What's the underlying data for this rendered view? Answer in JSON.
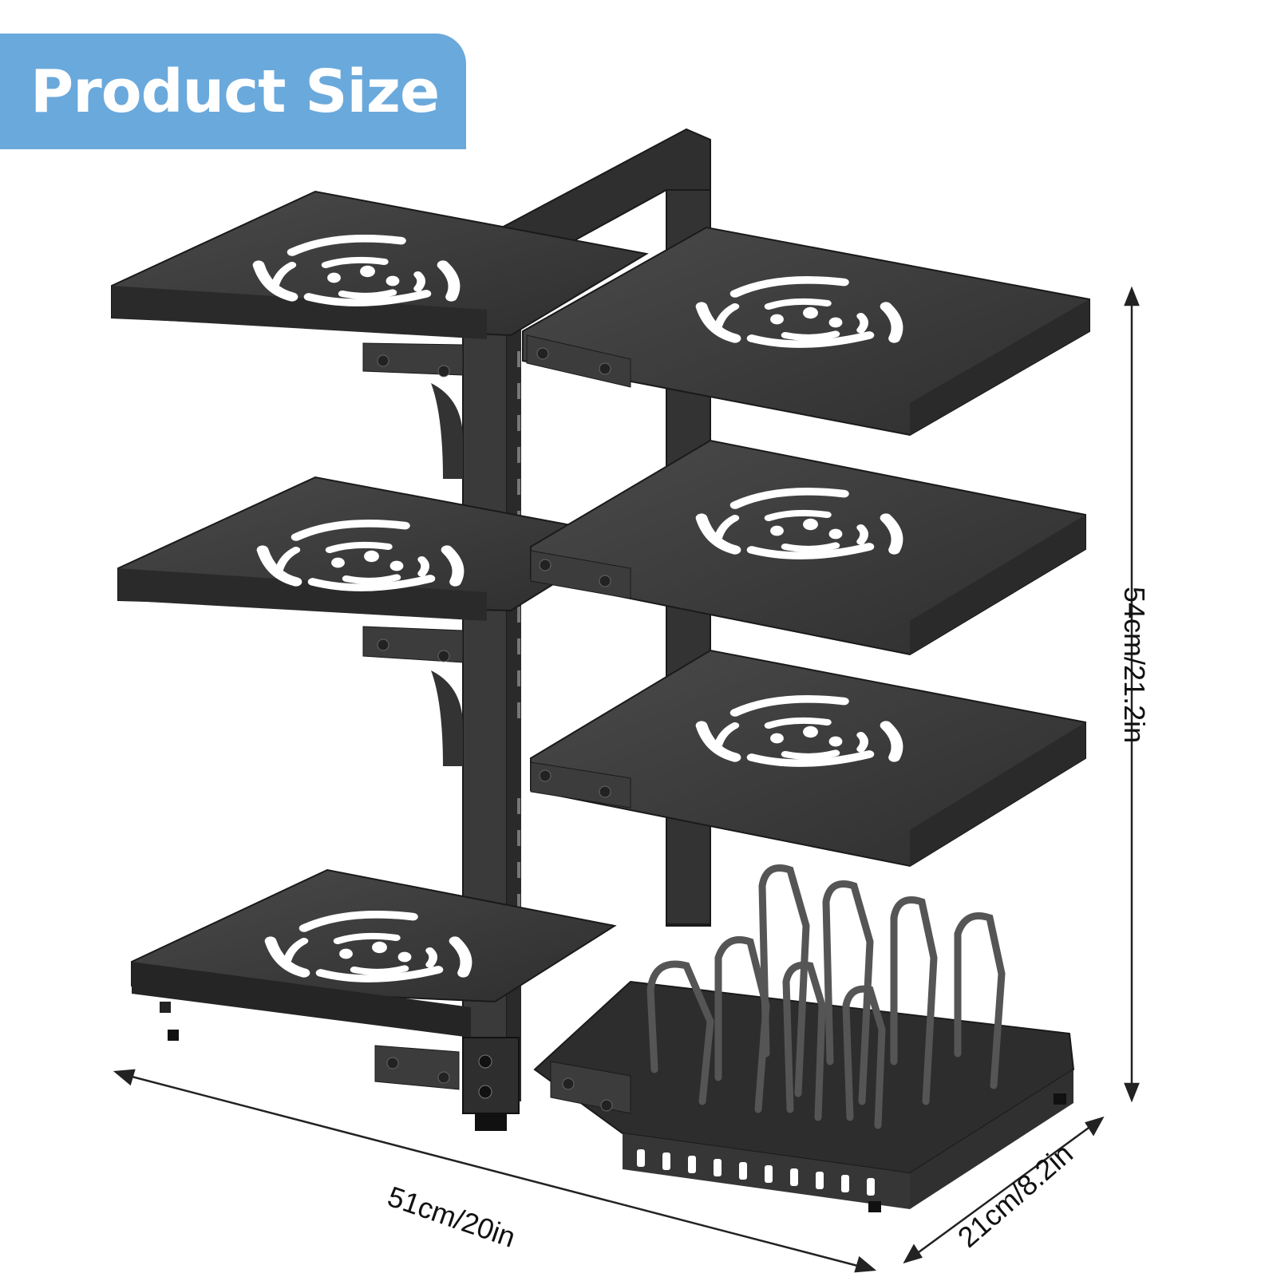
{
  "header": {
    "title": "Product Size"
  },
  "colors": {
    "badge": "#6aa9dc",
    "metal": "#3a3a3a",
    "metal_light": "#505050",
    "metal_dark": "#1e1e1e",
    "arrow": "#222222"
  },
  "dimensions": {
    "width": "51cm/20in",
    "height": "54cm/21.2in",
    "depth": "21cm/8.2in"
  },
  "product": {
    "image": "pot-rack-product-image"
  }
}
